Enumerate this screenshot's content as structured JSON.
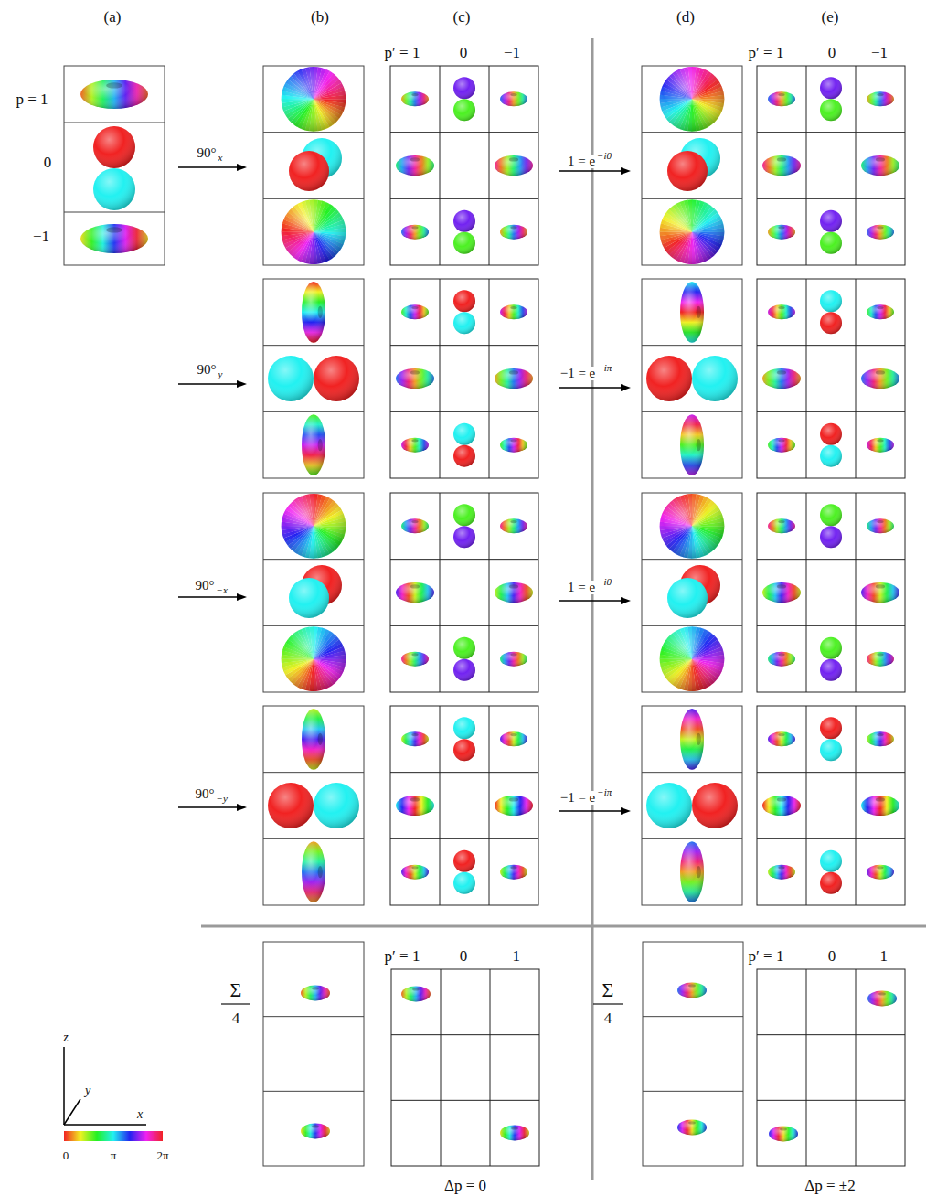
{
  "diagram": {
    "labels": [
      "(a)",
      "(b)",
      "(c)",
      "(d)",
      "(e)",
      "p = 1",
      "0",
      "−1",
      "p′ = 1",
      "0",
      "−1",
      "p′ = 1",
      "0",
      "−1",
      "90°",
      "x",
      "1 = e",
      "−i0",
      "90°",
      "y",
      "−1 = e",
      "−iπ",
      "90°",
      "−x",
      "1 = e",
      "−i0",
      "90°",
      "−y",
      "−1 = e",
      "−iπ",
      "Σ",
      "4",
      "p′ = 1",
      "0",
      "−1",
      "Δp = 0",
      "Σ",
      "4",
      "p′ = 1",
      "0",
      "−1",
      "Δp = ±2",
      "z",
      "y",
      "x",
      "0",
      "π",
      "2π"
    ]
  }
}
